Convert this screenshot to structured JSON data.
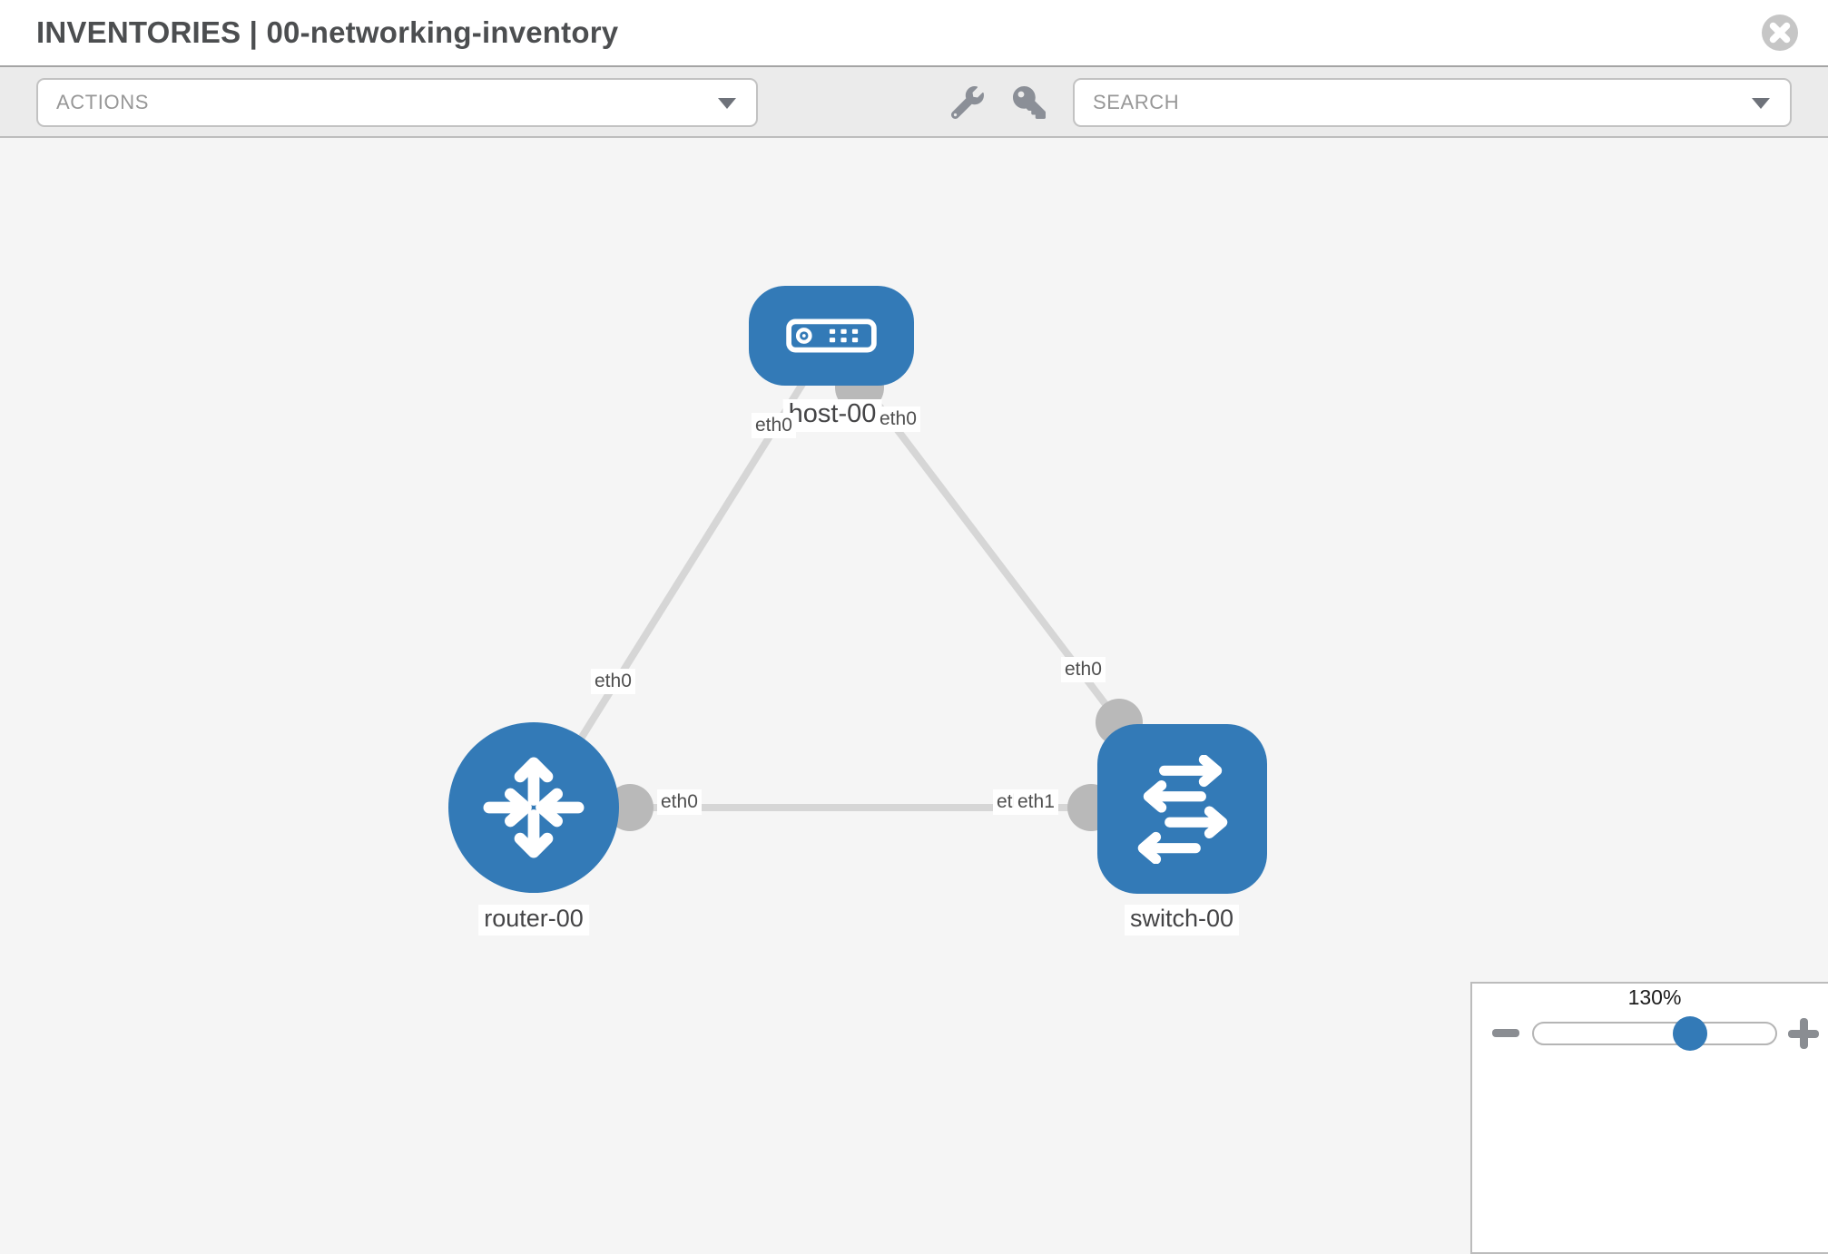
{
  "window": {
    "title": "INVENTORIES | 00-networking-inventory"
  },
  "toolbar": {
    "actions_label": "ACTIONS",
    "search_label": "SEARCH",
    "icons": [
      "wrench-icon",
      "key-icon"
    ]
  },
  "topology": {
    "nodes": [
      {
        "id": "host-00",
        "type": "host",
        "label": "host-00",
        "icon": "host-icon"
      },
      {
        "id": "router-00",
        "type": "router",
        "label": "router-00",
        "icon": "router-icon"
      },
      {
        "id": "switch-00",
        "type": "switch",
        "label": "switch-00",
        "icon": "switch-icon"
      }
    ],
    "links": [
      {
        "source": "host-00",
        "source_interface": "eth0",
        "target": "router-00",
        "target_interface": "eth0"
      },
      {
        "source": "host-00",
        "source_interface": "eth0",
        "target": "switch-00",
        "target_interface": "eth0"
      },
      {
        "source": "router-00",
        "source_interface": "eth0",
        "target": "switch-00",
        "target_interface": "eth1"
      }
    ],
    "interface_labels": {
      "link_a_host_end": "eth0",
      "link_a_router_end": "eth0",
      "link_b_host_end": "eth0",
      "link_b_switch_end": "eth0",
      "link_c_router_end": "eth0",
      "link_c_switch_end_partially_hidden": "eth0",
      "link_c_switch_end": "eth1"
    }
  },
  "zoom_control": {
    "level": "130%"
  },
  "colors": {
    "node_blue": "#337ab7",
    "link_gray": "#d6d6d6",
    "interface_circle_gray": "#b9b9b9",
    "toolbar_gray": "#ebebeb",
    "canvas_gray": "#f5f5f5",
    "icon_gray": "#8b8f97"
  }
}
